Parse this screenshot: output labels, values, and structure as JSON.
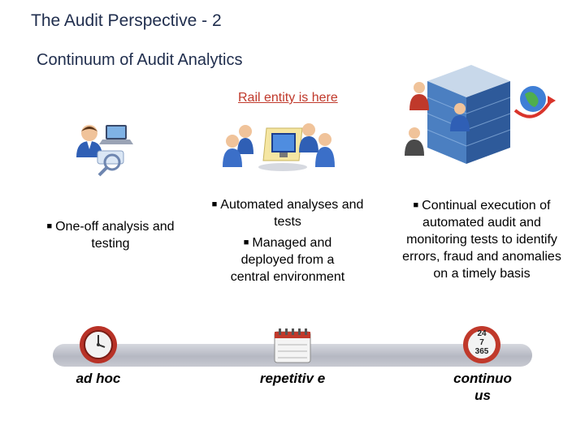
{
  "slide": {
    "title": "The Audit Perspective - 2",
    "subtitle": "Continuum of Audit Analytics",
    "rail_note": "Rail entity is here"
  },
  "columns": [
    {
      "items": [
        "One-off analysis and testing"
      ]
    },
    {
      "items": [
        "Automated analyses and tests",
        "Managed and deployed from a central environment"
      ]
    },
    {
      "items": [
        "Continual execution of automated audit and monitoring tests to identify errors, fraud and anomalies on a timely basis"
      ]
    }
  ],
  "stages": [
    {
      "label": "ad hoc",
      "icon": "clock-icon"
    },
    {
      "label": "repetitiv e",
      "icon": "calendar-icon"
    },
    {
      "label": "continuo us",
      "icon": "24-7-365-icon",
      "badge": [
        "24",
        "7",
        "365"
      ]
    }
  ],
  "colors": {
    "title": "#1f2d4d",
    "rail_note": "#c0392b",
    "badge": "#c0392b"
  }
}
